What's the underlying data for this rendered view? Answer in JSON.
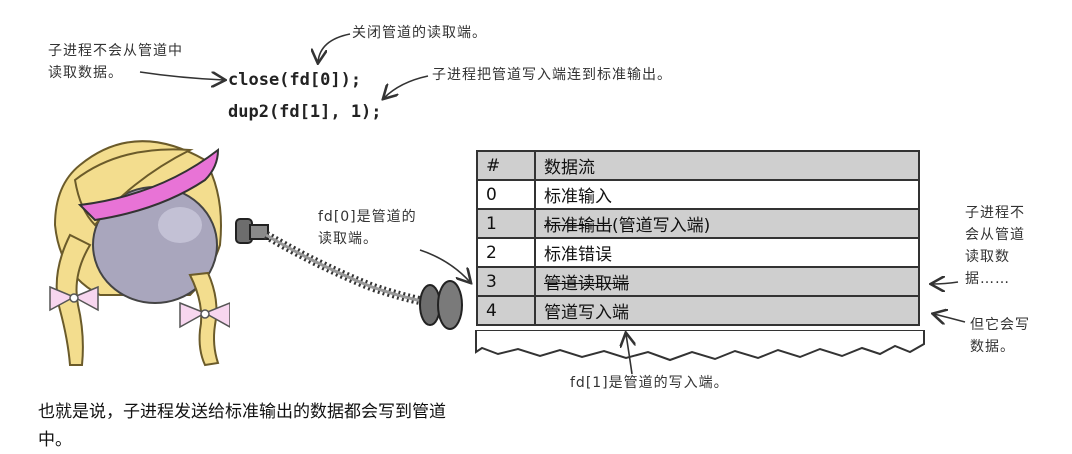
{
  "code": {
    "line1": "close(fd[0]);",
    "line2": "dup2(fd[1], 1);"
  },
  "notes": {
    "left_top_1": "子进程不会从管道中",
    "left_top_2": "读取数据。",
    "close_read": "关闭管道的读取端。",
    "connect_write": "子进程把管道写入端连到标准输出。",
    "fd0_1": "fd[0]是管道的",
    "fd0_2": "读取端。",
    "right_1_1": "子进程不",
    "right_1_2": "会从管道",
    "right_1_3": "读取数",
    "right_1_4": "据……",
    "right_2_1": "但它会写",
    "right_2_2": "数据。",
    "fd1": "fd[1]是管道的写入端。"
  },
  "table": {
    "headers": [
      "#",
      "数据流"
    ],
    "rows": [
      {
        "num": "0",
        "stream": "标准输入",
        "struck": ""
      },
      {
        "num": "1",
        "stream": "(管道写入端)",
        "struck": "标准输出"
      },
      {
        "num": "2",
        "stream": "标准错误",
        "struck": ""
      },
      {
        "num": "3",
        "stream": "",
        "struck": "管道读取端"
      },
      {
        "num": "4",
        "stream": "管道写入端",
        "struck": ""
      }
    ]
  },
  "caption": {
    "line1": "也就是说，子进程发送给标准输出的数据都会写到管道",
    "line2": "中。"
  },
  "colors": {
    "hair": "#f3dd8e",
    "hair_outline": "#6b5b2a",
    "visor": "#e873d6",
    "head": "#a9a6bd",
    "row_shade": "#cfcfcf",
    "plug": "#6d6d6d"
  }
}
